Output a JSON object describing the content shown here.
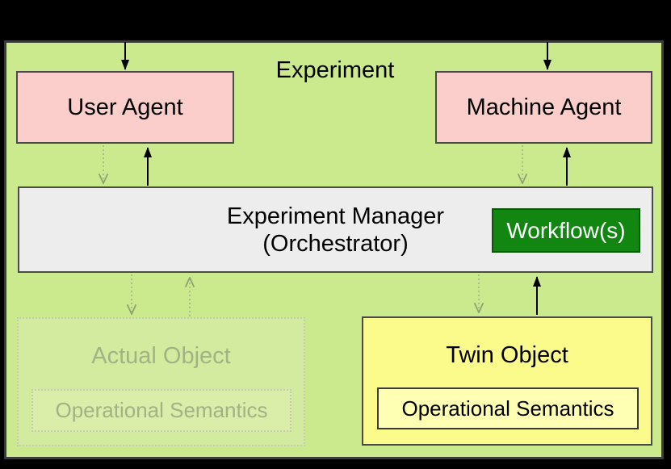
{
  "experiment": {
    "title": "Experiment"
  },
  "user_agent": {
    "label": "User Agent"
  },
  "machine_agent": {
    "label": "Machine Agent"
  },
  "manager": {
    "line1": "Experiment Manager",
    "line2": "(Orchestrator)"
  },
  "workflow": {
    "label": "Workflow(s)"
  },
  "actual_object": {
    "label": "Actual Object",
    "semantics_label": "Operational Semantics"
  },
  "twin_object": {
    "label": "Twin Object",
    "semantics_label": "Operational Semantics"
  },
  "colors": {
    "canvas_bg": "#000000",
    "experiment_fill": "#cbe98d",
    "experiment_border": "#3b3b3b",
    "agent_fill": "#fbcdcb",
    "manager_fill": "#ededed",
    "workflow_fill": "#118611",
    "workflow_border": "#0a570a",
    "workflow_text": "#ffffff",
    "twin_fill": "#fbfb8b",
    "twin_inner_fill": "#ffffb3",
    "box_border": "#4a4a4a",
    "faded_fill": "#d3eb9e",
    "faded_inner_fill": "#daeeaa",
    "faded_border": "#c2cab2",
    "faded_text": "#a3b284",
    "arrow_solid": "#000000",
    "arrow_dotted": "#abbc8d"
  }
}
